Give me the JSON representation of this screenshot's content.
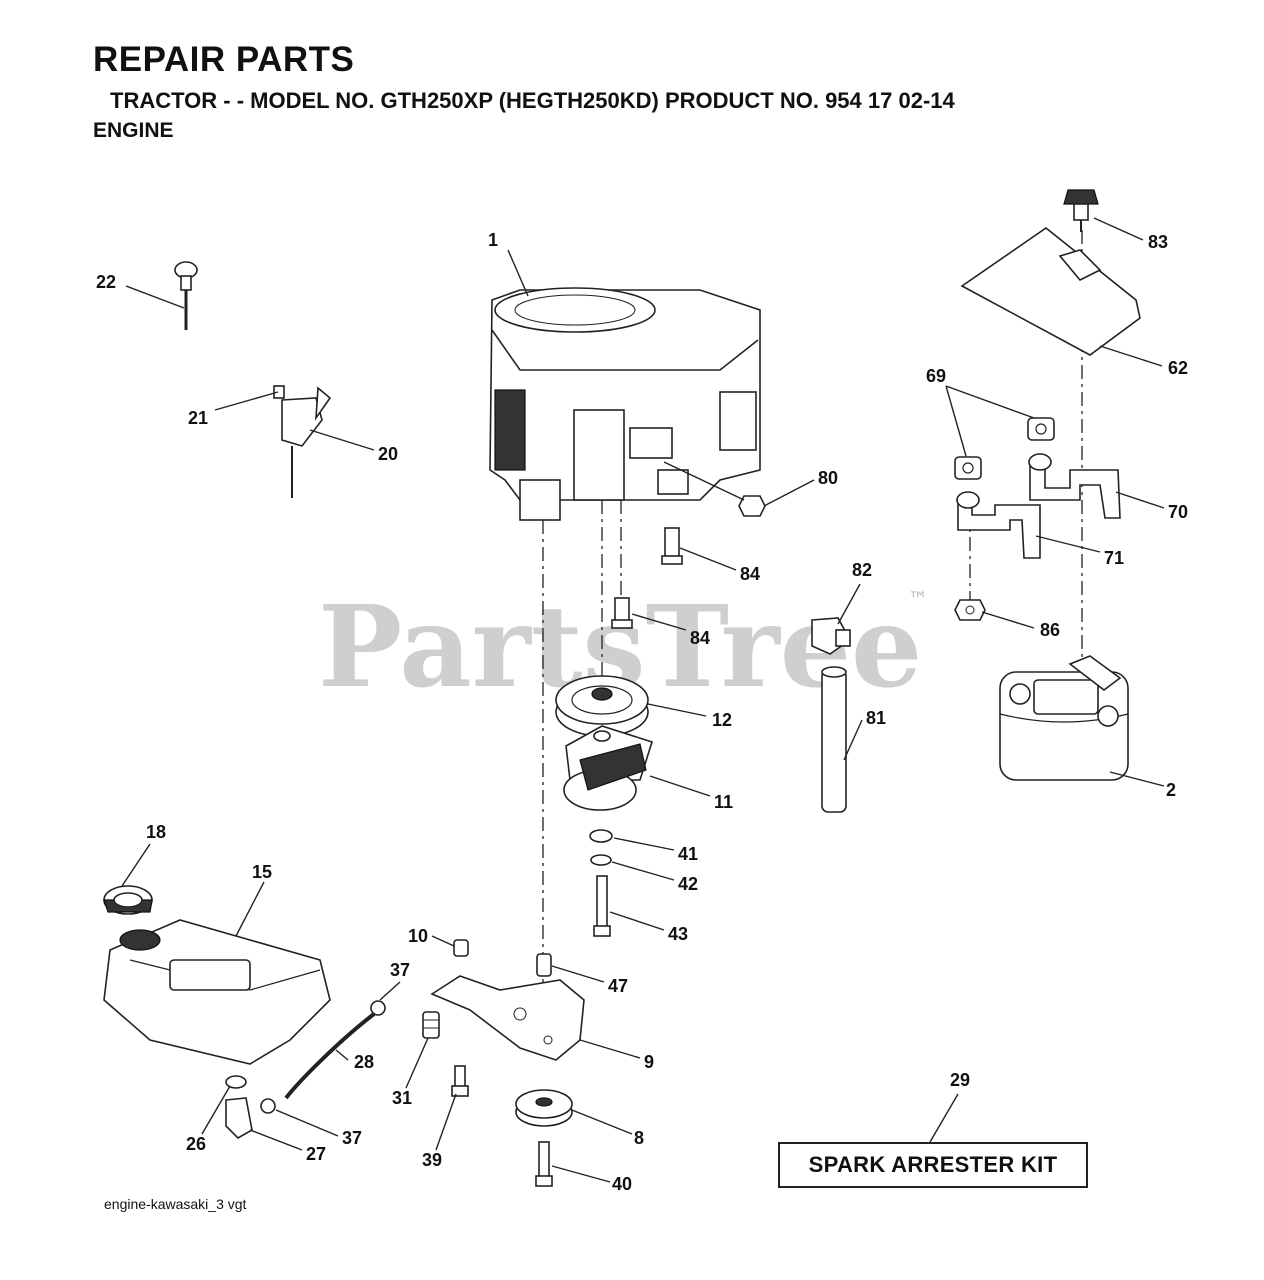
{
  "header": {
    "title": "REPAIR PARTS",
    "model_line": "TRACTOR - - MODEL NO. GTH250XP (HEGTH250KD) PRODUCT NO. 954 17 02-14",
    "section": "ENGINE"
  },
  "watermark": {
    "text": "PartsTree",
    "mark": "™"
  },
  "kit_box": {
    "label": "SPARK ARRESTER KIT"
  },
  "file_reference": "engine-kawasaki_3 vgt",
  "callouts": [
    "1",
    "2",
    "8",
    "9",
    "10",
    "11",
    "12",
    "15",
    "18",
    "20",
    "21",
    "22",
    "26",
    "27",
    "28",
    "29",
    "31",
    "37",
    "37",
    "39",
    "40",
    "41",
    "42",
    "43",
    "47",
    "62",
    "69",
    "70",
    "71",
    "80",
    "81",
    "82",
    "83",
    "84",
    "84",
    "86"
  ],
  "parts": [
    {
      "number": "1",
      "icon": "engine-icon"
    },
    {
      "number": "2",
      "icon": "muffler-icon"
    },
    {
      "number": "8",
      "icon": "idler-pulley-icon"
    },
    {
      "number": "9",
      "icon": "bracket-plate-icon"
    },
    {
      "number": "10",
      "icon": "spacer-icon"
    },
    {
      "number": "11",
      "icon": "pto-clutch-icon"
    },
    {
      "number": "12",
      "icon": "pulley-icon"
    },
    {
      "number": "15",
      "icon": "fuel-tank-icon"
    },
    {
      "number": "18",
      "icon": "fuel-cap-icon"
    },
    {
      "number": "20",
      "icon": "throttle-bracket-icon"
    },
    {
      "number": "22",
      "icon": "dipstick-icon"
    },
    {
      "number": "27",
      "icon": "fuel-valve-icon"
    },
    {
      "number": "28",
      "icon": "fuel-line-icon"
    },
    {
      "number": "62",
      "icon": "heat-shield-icon"
    },
    {
      "number": "70",
      "icon": "exhaust-pipe-icon"
    },
    {
      "number": "71",
      "icon": "exhaust-pipe-icon"
    },
    {
      "number": "81",
      "icon": "drain-hose-icon"
    },
    {
      "number": "82",
      "icon": "drain-elbow-icon"
    }
  ]
}
